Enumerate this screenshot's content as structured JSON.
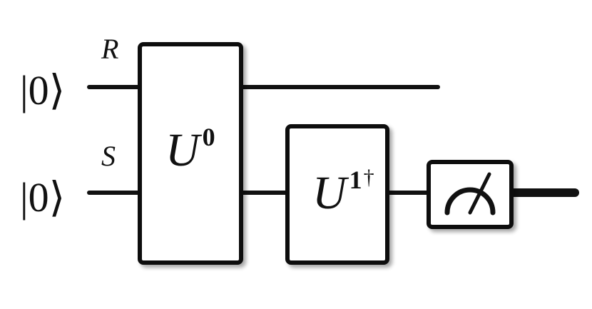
{
  "inputs": [
    {
      "ket": "|0⟩",
      "label": "R"
    },
    {
      "ket": "|0⟩",
      "label": "S"
    }
  ],
  "gates": {
    "u0": {
      "base": "U",
      "sup": "0"
    },
    "u1": {
      "base": "U",
      "sup": "1",
      "dagger": "†"
    }
  },
  "meter_icon": "measurement-meter-icon",
  "colors": {
    "ink": "#111111",
    "background": "#ffffff",
    "shadow": "#999999"
  }
}
